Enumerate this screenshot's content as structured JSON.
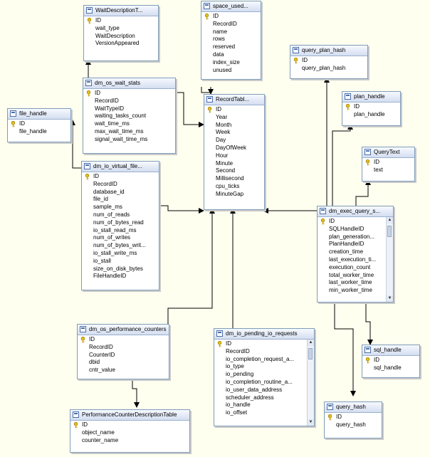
{
  "tables": [
    {
      "id": "wait_desc",
      "title": "WaitDescriptionT...",
      "columns": [
        "ID",
        "wait_type",
        "WaitDescription",
        "VersionAppeared"
      ]
    },
    {
      "id": "space_used",
      "title": "space_used...",
      "columns": [
        "ID",
        "RecordID",
        "name",
        "rows",
        "reserved",
        "data",
        "index_size",
        "unused"
      ]
    },
    {
      "id": "query_plan_hash",
      "title": "query_plan_hash",
      "columns": [
        "ID",
        "query_plan_hash"
      ]
    },
    {
      "id": "plan_handle",
      "title": "plan_handle",
      "columns": [
        "ID",
        "plan_handle"
      ]
    },
    {
      "id": "dm_os_wait_stats",
      "title": "dm_os_wait_stats",
      "columns": [
        "ID",
        "RecordID",
        "WaitTypeID",
        "waiting_tasks_count",
        "wait_time_ms",
        "max_wait_time_ms",
        "signal_wait_time_ms"
      ]
    },
    {
      "id": "record_table",
      "title": "RecordTabl...",
      "columns": [
        "ID",
        "Year",
        "Month",
        "Week",
        "Day",
        "DayOfWeek",
        "Hour",
        "Minute",
        "Second",
        "Millisecond",
        "cpu_ticks",
        "MinuteGap"
      ]
    },
    {
      "id": "file_handle",
      "title": "file_handle",
      "columns": [
        "ID",
        "file_handle"
      ]
    },
    {
      "id": "query_text",
      "title": "QueryText",
      "columns": [
        "ID",
        "text"
      ]
    },
    {
      "id": "dm_io_virtual_file",
      "title": "dm_io_virtual_file...",
      "columns": [
        "ID",
        "RecordID",
        "database_id",
        "file_id",
        "sample_ms",
        "num_of_reads",
        "num_of_bytes_read",
        "io_stall_read_ms",
        "num_of_writes",
        "num_of_bytes_writ...",
        "io_stall_write_ms",
        "io_stall",
        "size_on_disk_bytes",
        "FileHandleID"
      ]
    },
    {
      "id": "dm_exec_query_s",
      "title": "dm_exec_query_s...",
      "columns": [
        "ID",
        "SQLHandleID",
        "plan_generation...",
        "PlanHandleID",
        "creation_time",
        "last_execution_ti...",
        "execution_count",
        "total_worker_time",
        "last_worker_time",
        "min_worker_time"
      ]
    },
    {
      "id": "dm_os_perf",
      "title": "dm_os_performance_counters",
      "columns": [
        "ID",
        "RecordID",
        "CounterID",
        "dbid",
        "cntr_value"
      ]
    },
    {
      "id": "dm_io_pending",
      "title": "dm_io_pending_io_requests",
      "columns": [
        "ID",
        "RecordID",
        "io_completion_request_a...",
        "io_type",
        "io_pending",
        "io_completion_routine_a...",
        "io_user_data_address",
        "scheduler_address",
        "io_handle",
        "io_offset"
      ]
    },
    {
      "id": "sql_handle",
      "title": "sql_handle",
      "columns": [
        "ID",
        "sql_handle"
      ]
    },
    {
      "id": "perf_counter_desc",
      "title": "PerformanceCounterDescriptionTable",
      "columns": [
        "ID",
        "object_name",
        "counter_name"
      ]
    },
    {
      "id": "query_hash",
      "title": "query_hash",
      "columns": [
        "ID",
        "query_hash"
      ]
    }
  ]
}
